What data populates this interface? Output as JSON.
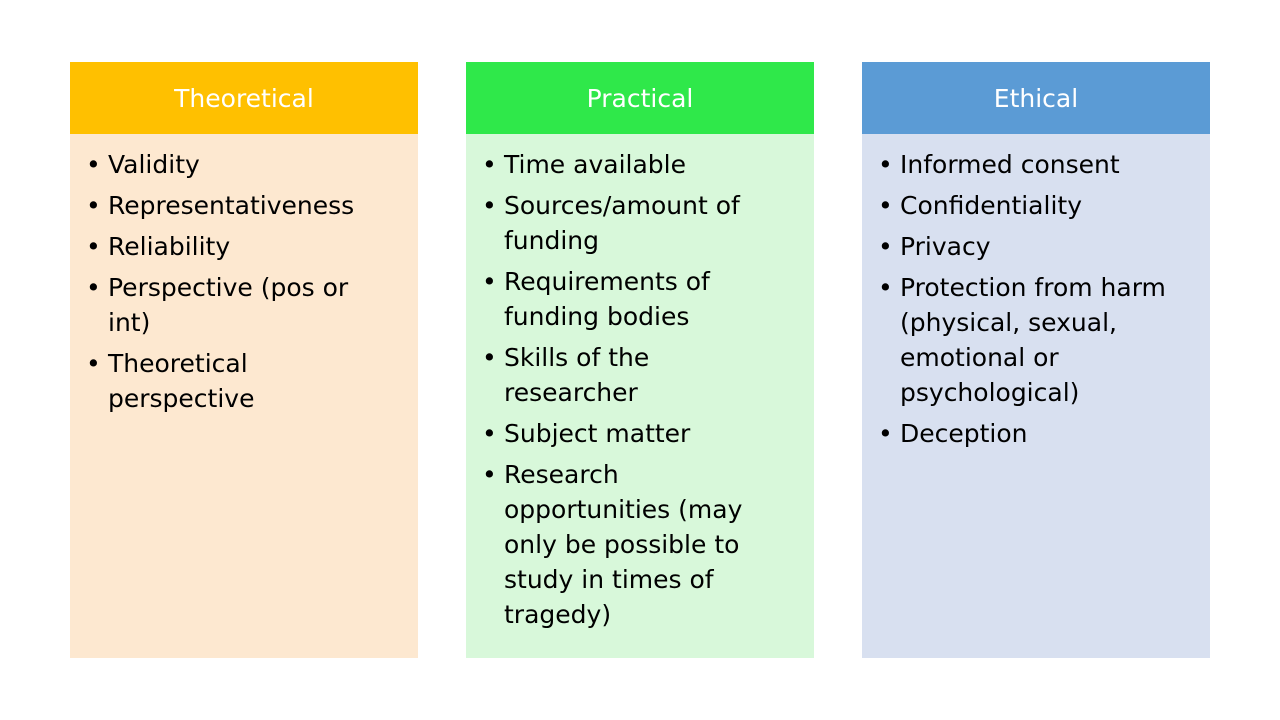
{
  "colors": {
    "theoretical_header": "#FFC000",
    "theoretical_body": "#FDE8D0",
    "practical_header": "#2FE84A",
    "practical_body": "#D8F8DA",
    "ethical_header": "#5B9BD5",
    "ethical_body": "#D8E0F0"
  },
  "columns": [
    {
      "title": "Theoretical",
      "items": [
        "Validity",
        "Representativeness",
        "Reliability",
        "Perspective (pos or int)",
        "Theoretical perspective"
      ]
    },
    {
      "title": "Practical",
      "items": [
        "Time available",
        "Sources/amount of funding",
        "Requirements of funding bodies",
        "Skills of the researcher",
        "Subject matter",
        "Research opportunities (may only be possible to study in times of tragedy)"
      ]
    },
    {
      "title": "Ethical",
      "items": [
        "Informed consent",
        "Confidentiality",
        "Privacy",
        "Protection from harm (physical, sexual, emotional or psychological)",
        "Deception"
      ]
    }
  ]
}
